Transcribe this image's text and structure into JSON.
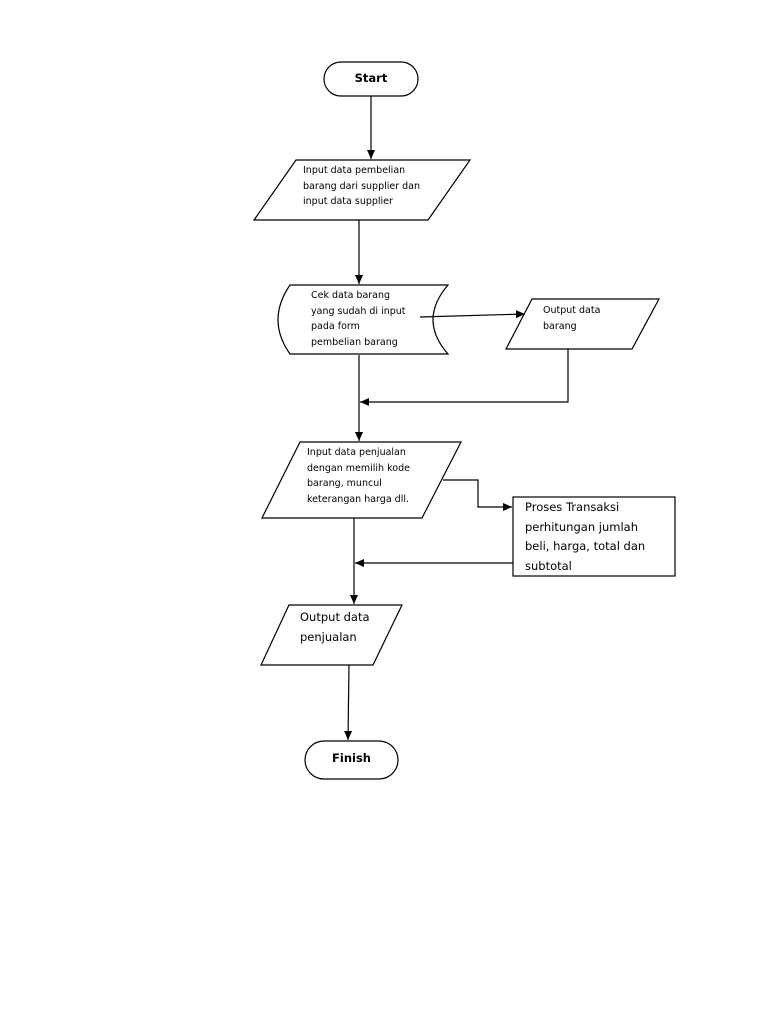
{
  "flowchart": {
    "start": "Start",
    "input_pembelian": "Input data pembelian\nbarang dari supplier dan\ninput data supplier",
    "cek_data": "Cek data barang\nyang sudah di input\npada form\npembelian barang",
    "output_barang": "Output data\nbarang",
    "input_penjualan": "Input data penjualan\ndengan memilih kode\nbarang, muncul\nketerangan harga dll.",
    "proses_transaksi": "Proses Transaksi\nperhitungan jumlah\nbeli, harga, total dan\nsubtotal",
    "output_penjualan": "Output data\npenjualan",
    "finish": "Finish"
  }
}
